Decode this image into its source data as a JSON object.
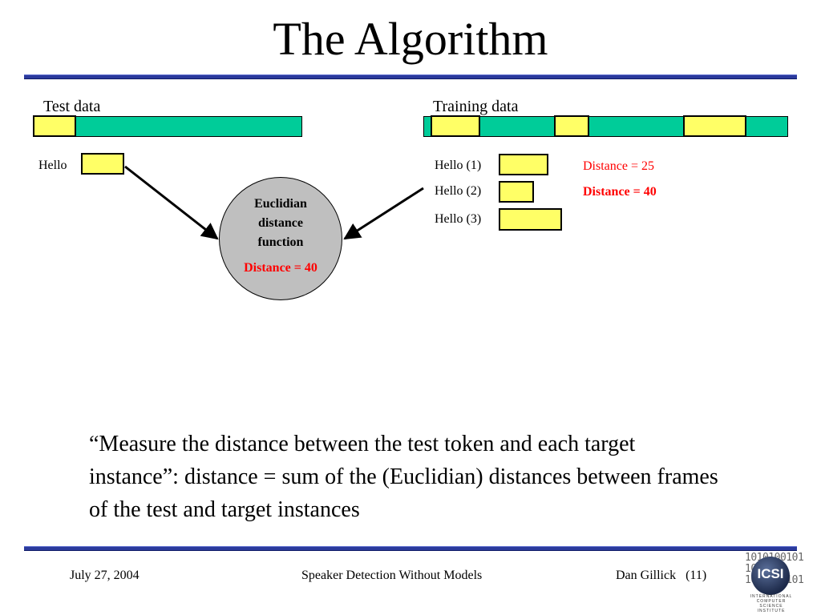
{
  "title": "The Algorithm",
  "test": {
    "header": "Test data",
    "token_label": "Hello"
  },
  "training": {
    "header": "Training data",
    "instances": [
      {
        "label": "Hello (1)"
      },
      {
        "label": "Hello (2)"
      },
      {
        "label": "Hello (3)"
      }
    ]
  },
  "distance_notes": {
    "first": "Distance = 25",
    "second": "Distance = 40"
  },
  "function": {
    "name_line1": "Euclidian",
    "name_line2": "distance",
    "name_line3": "function",
    "result": "Distance = 40"
  },
  "quote": "“Measure the distance between the test token and each target instance”: distance = sum of the (Euclidian) distances between frames of the test and target instances",
  "footer": {
    "date": "July 27, 2004",
    "talk": "Speaker Detection Without Models",
    "author": "Dan Gillick   (11)"
  },
  "logo": {
    "bits_line1": "1010100101",
    "bits_line2": "10",
    "bits_line3": "1010100101",
    "text": "ICSI",
    "caption": "INTERNATIONAL COMPUTER SCIENCE INSTITUTE"
  },
  "colors": {
    "rule": "#2b3a9c",
    "stripe": "#00cc99",
    "frame": "#ffff66",
    "circle": "#bfbfbf",
    "highlight": "#ff0000"
  }
}
